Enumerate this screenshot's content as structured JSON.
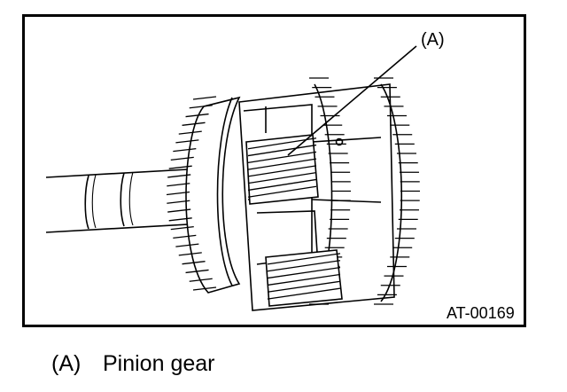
{
  "figure": {
    "callout_letter": "(A)",
    "figure_id": "AT-00169"
  },
  "legend": {
    "key": "(A)",
    "label": "Pinion gear"
  }
}
